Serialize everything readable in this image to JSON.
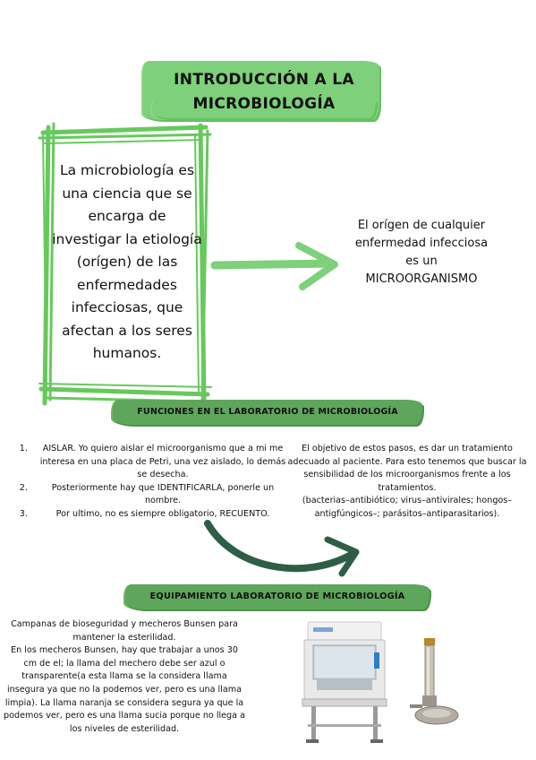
{
  "title": {
    "line1": "INTRODUCCIÓN A LA",
    "line2": "MICROBIOLOGÍA"
  },
  "definition": {
    "text": "La  microbiología es una ciencia que se encarga de investigar la etiología (orígen) de las enfermedades infecciosas, que afectan a los seres humanos."
  },
  "origin": {
    "text": "El orígen de cualquier enfermedad infecciosa es un MICROORGANISMO"
  },
  "functions": {
    "heading": "FUNCIONES EN EL LABORATORIO DE MICROBIOLOGÍA",
    "items": [
      "AISLAR. Yo quiero aislar el microorganismo que a mi me interesa en una placa de Petri, una vez aislado, lo demás se desecha.",
      "Posteriormente hay que IDENTIFICARLA, ponerle un nombre.",
      "Por ultimo, no es siempre obligatorio, RECUENTO."
    ],
    "objective": "El objetivo de estos pasos, es dar un tratamiento adecuado al paciente. Para esto tenemos que buscar la sensibilidad de los microorganismos frente a los tratamientos.",
    "examples": "(bacterias–antibiótico; virus–antivirales; hongos–antigfúngicos–; parásitos–antiparasitarios)."
  },
  "equipment": {
    "heading": "EQUIPAMIENTO LABORATORIO DE MICROBIOLOGÍA",
    "intro": "Campanas de bioseguridad y mecheros Bunsen para mantener la esterilidad.",
    "body": "En los mecheros Bunsen, hay que trabajar a unos 30 cm de el; la llama del mechero debe ser azul o transparente(a esta llama se la considera llama insegura ya que no la podemos ver, pero es una llama limpia). La llama naranja se considera segura ya que la podemos ver, pero es una llama sucia porque no llega a los niveles de esterilidad."
  },
  "colors": {
    "green_light": "#7ed07a",
    "green_dark": "#5ea65c",
    "frame_green": "#66c95c",
    "arrow_light": "#7ed07a",
    "arrow_dark": "#2e5e46"
  },
  "icons": [
    "biosafety-cabinet-icon",
    "bunsen-burner-icon"
  ]
}
